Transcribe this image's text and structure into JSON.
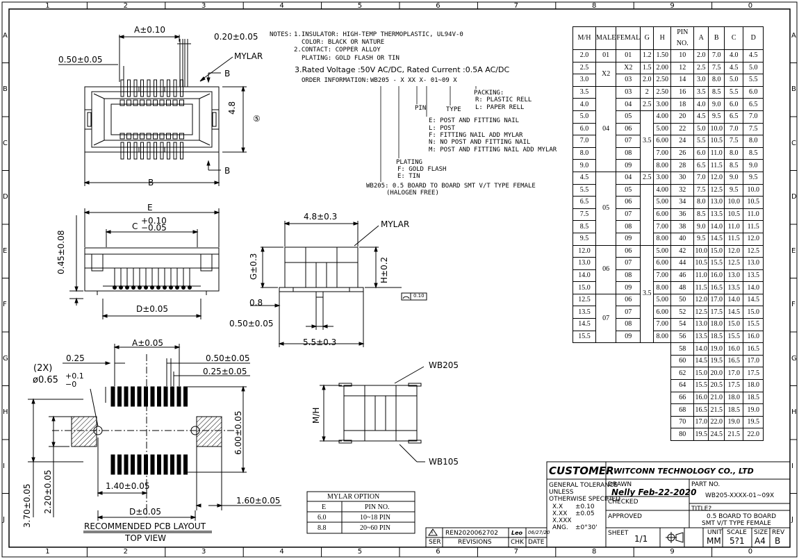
{
  "border": {
    "cols": [
      "1",
      "2",
      "3",
      "4",
      "5",
      "6",
      "7",
      "8",
      "9",
      "0"
    ],
    "rows": [
      "A",
      "B",
      "C",
      "D",
      "E",
      "F",
      "G",
      "H",
      "I",
      "J"
    ]
  },
  "notes": {
    "prefix": "NOTES:",
    "n1": "1.INSULATOR: HIGH-TEMP THERMOPLASTIC, UL94V-0",
    "n1b": "COLOR: BLACK OR NATURE",
    "n2": "2.CONTACT: COPPER ALLOY",
    "n2b": "PLATING: GOLD FLASH OR TIN",
    "n3": "3.Rated Voltage :50V AC/DC, Rated Current :0.5A AC/DC",
    "order_label": "ORDER INFORMATION:",
    "order_code": "WB205 - X   XX  X-  01~09   X",
    "packing": "PACKING:",
    "packing_r": "R: PLASTIC RELL",
    "packing_l": "L: PAPER RELL",
    "pin": "PIN",
    "type": "TYPE",
    "type_e": "E: POST AND FITTING NAIL",
    "type_l": "L: POST",
    "type_f": "F: FITTING NAIL ADD MYLAR",
    "type_n": "N: NO POST AND FITTING NAIL",
    "type_m": "M:  POST AND FITTING NAIL ADD MYLAR",
    "plating": "PLATING",
    "plating_f": "F: GOLD FLASH",
    "plating_e": "E: TIN",
    "wb205": "WB205: 0.5 BOARD TO BOARD SMT V/T TYPE FEMALE",
    "halogen": "(HALOGEN FREE)"
  },
  "top_view": {
    "a_dim": "A±0.10",
    "pitch": "0.20±0.05",
    "mylar": "MYLAR",
    "left_dim": "0.50±0.05",
    "b_arrow": "B",
    "h48": "4.8",
    "circle5": "⑤",
    "b_dim": "B"
  },
  "front_view": {
    "e_dim": "E",
    "c_dim": "C",
    "c_tol_plus": "+0.10",
    "c_tol_minus": "−0.05",
    "flat": "0.45±0.08",
    "d_dim": "D±0.05"
  },
  "side_view": {
    "w48": "4.8±0.3",
    "mylar": "MYLAR",
    "g_dim": "G±0.3",
    "h_dim": "H±0.2",
    "flat_box": "0.10",
    "d08": "0.8",
    "d050": "0.50±0.05",
    "d55": "5.5±0.3"
  },
  "pcb": {
    "a_dim": "A±0.05",
    "d025": "0.25",
    "d050": "0.50±0.05",
    "d025b": "0.25±0.05",
    "holes": "(2X)",
    "hole_dia": "ø0.65",
    "hole_plus": "+0.1",
    "hole_minus": "−0",
    "d600": "6.00±0.05",
    "d140": "1.40±0.05",
    "d160": "1.60±0.05",
    "d370": "3.70±0.05",
    "d220": "2.20±0.05",
    "d_dim": "D±0.05",
    "title": "RECOMMENDED PCB LAYOUT",
    "subtitle": "TOP VIEW"
  },
  "mated": {
    "top": "WB205",
    "bottom": "WB105",
    "mh": "M/H"
  },
  "mylar_table": {
    "headers": [
      "E",
      "PIN NO."
    ],
    "title": "MYLAR  OPTION",
    "rows": [
      [
        "6.0",
        "10~18 PIN"
      ],
      [
        "8.8",
        "20~60 PIN"
      ]
    ]
  },
  "dim_table": {
    "headers": [
      "M/H",
      "MALE",
      "FEMAL",
      "G",
      "H",
      "PIN NO.",
      "A",
      "B",
      "C",
      "D"
    ],
    "rows": [
      [
        "2.0",
        "01",
        "01",
        "1.2",
        "1.50",
        "10",
        "2.0",
        "7.0",
        "4.0",
        "4.5"
      ],
      [
        "2.5",
        "",
        "X2",
        "1.5",
        "2.00",
        "12",
        "2.5",
        "7.5",
        "4.5",
        "5.0"
      ],
      [
        "3.0",
        "",
        "03",
        "2.0",
        "2.50",
        "14",
        "3.0",
        "8.0",
        "5.0",
        "5.5"
      ],
      [
        "3.5",
        "",
        "03",
        "2",
        "2.50",
        "16",
        "3.5",
        "8.5",
        "5.5",
        "6.0"
      ],
      [
        "4.0",
        "",
        "04",
        "2.5",
        "3.00",
        "18",
        "4.0",
        "9.0",
        "6.0",
        "6.5"
      ],
      [
        "5.0",
        "",
        "05",
        "",
        "4.00",
        "20",
        "4.5",
        "9.5",
        "6.5",
        "7.0"
      ],
      [
        "6.0",
        "",
        "06",
        "",
        "5.00",
        "22",
        "5.0",
        "10.0",
        "7.0",
        "7.5"
      ],
      [
        "7.0",
        "",
        "07",
        "",
        "6.00",
        "24",
        "5.5",
        "10.5",
        "7.5",
        "8.0"
      ],
      [
        "8.0",
        "",
        "08",
        "",
        "7.00",
        "26",
        "6.0",
        "11.0",
        "8.0",
        "8.5"
      ],
      [
        "9.0",
        "",
        "09",
        "",
        "8.00",
        "28",
        "6.5",
        "11.5",
        "8.5",
        "9.0"
      ],
      [
        "4.5",
        "",
        "04",
        "2.5",
        "3.00",
        "30",
        "7.0",
        "12.0",
        "9.0",
        "9.5"
      ],
      [
        "5.5",
        "",
        "05",
        "",
        "4.00",
        "32",
        "7.5",
        "12.5",
        "9.5",
        "10.0"
      ],
      [
        "6.5",
        "",
        "06",
        "",
        "5.00",
        "34",
        "8.0",
        "13.0",
        "10.0",
        "10.5"
      ],
      [
        "7.5",
        "",
        "07",
        "",
        "6.00",
        "36",
        "8.5",
        "13.5",
        "10.5",
        "11.0"
      ],
      [
        "8.5",
        "",
        "08",
        "",
        "7.00",
        "38",
        "9.0",
        "14.0",
        "11.0",
        "11.5"
      ],
      [
        "9.5",
        "",
        "09",
        "",
        "8.00",
        "40",
        "9.5",
        "14.5",
        "11.5",
        "12.0"
      ],
      [
        "12.0",
        "",
        "06",
        "",
        "5.00",
        "42",
        "10.0",
        "15.0",
        "12.0",
        "12.5"
      ],
      [
        "13.0",
        "",
        "07",
        "",
        "6.00",
        "44",
        "10.5",
        "15.5",
        "12.5",
        "13.0"
      ],
      [
        "14.0",
        "",
        "08",
        "",
        "7.00",
        "46",
        "11.0",
        "16.0",
        "13.0",
        "13.5"
      ],
      [
        "15.0",
        "",
        "09",
        "",
        "8.00",
        "48",
        "11.5",
        "16.5",
        "13.5",
        "14.0"
      ],
      [
        "12.5",
        "",
        "06",
        "",
        "5.00",
        "50",
        "12.0",
        "17.0",
        "14.0",
        "14.5"
      ],
      [
        "13.5",
        "",
        "07",
        "",
        "6.00",
        "52",
        "12.5",
        "17.5",
        "14.5",
        "15.0"
      ],
      [
        "14.5",
        "",
        "08",
        "",
        "7.00",
        "54",
        "13.0",
        "18.0",
        "15.0",
        "15.5"
      ],
      [
        "15.5",
        "",
        "09",
        "",
        "8.00",
        "56",
        "13.5",
        "18.5",
        "15.5",
        "16.0"
      ],
      [
        "",
        "",
        "",
        "",
        "",
        "58",
        "14.0",
        "19.0",
        "16.0",
        "16.5"
      ],
      [
        "",
        "",
        "",
        "",
        "",
        "60",
        "14.5",
        "19.5",
        "16.5",
        "17.0"
      ],
      [
        "",
        "",
        "",
        "",
        "",
        "62",
        "15.0",
        "20.0",
        "17.0",
        "17.5"
      ],
      [
        "",
        "",
        "",
        "",
        "",
        "64",
        "15.5",
        "20.5",
        "17.5",
        "18.0"
      ],
      [
        "",
        "",
        "",
        "",
        "",
        "66",
        "16.0",
        "21.0",
        "18.0",
        "18.5"
      ],
      [
        "",
        "",
        "",
        "",
        "",
        "68",
        "16.5",
        "21.5",
        "18.5",
        "19.0"
      ],
      [
        "",
        "",
        "",
        "",
        "",
        "70",
        "17.0",
        "22.0",
        "19.0",
        "19.5"
      ],
      [
        "",
        "",
        "",
        "",
        "",
        "80",
        "19.5",
        "24.5",
        "21.5",
        "22.0"
      ]
    ],
    "male_groups": [
      "X2",
      "04",
      "05",
      "06",
      "07"
    ],
    "g_merged": "3.5"
  },
  "title_block": {
    "customer": "CUSTOMER",
    "company": "WITCONN TECHNOLOGY CO., LTD",
    "tol_title": "GENERAL TOLERANCE",
    "tol_unless": "UNLESS",
    "tol_other": "OTHERWISE SPECIFIED",
    "tol_x": "X.X",
    "tol_x_v": "±0.10",
    "tol_xx": "X.XX",
    "tol_xx_v": "±0.05",
    "tol_xxx": "X.XXX",
    "tol_ang": "ANG.",
    "tol_ang_v": "±0°30'",
    "drawn": "DRAWN",
    "drawn_by": "Nelly  Feb-22-2020",
    "checked": "CHECKED",
    "approved": "APPROVED",
    "part_no_label": "PART NO.",
    "part_no": "WB205-XXXX-01~09X",
    "title_label": "TITLE?",
    "title_1": "0.5 BOARD TO BOARD",
    "title_2": "SMT V/T TYPE FEMALE",
    "sheet": "SHEET",
    "sheet_v": "1/1",
    "unit": "UNIT",
    "unit_v": "MM",
    "scale": "SCALE",
    "scale_v": "5?1",
    "size": "SIZE",
    "size_v": "A4",
    "rev": "REV",
    "rev_v": "B",
    "revision_mark": "1",
    "revision_no": "REN2020062702",
    "revision_chk": "Leo",
    "revision_date": "06/27/20",
    "ser": "SER",
    "revisions": "REVISIONS",
    "chk": "CHK",
    "date": "DATE"
  }
}
